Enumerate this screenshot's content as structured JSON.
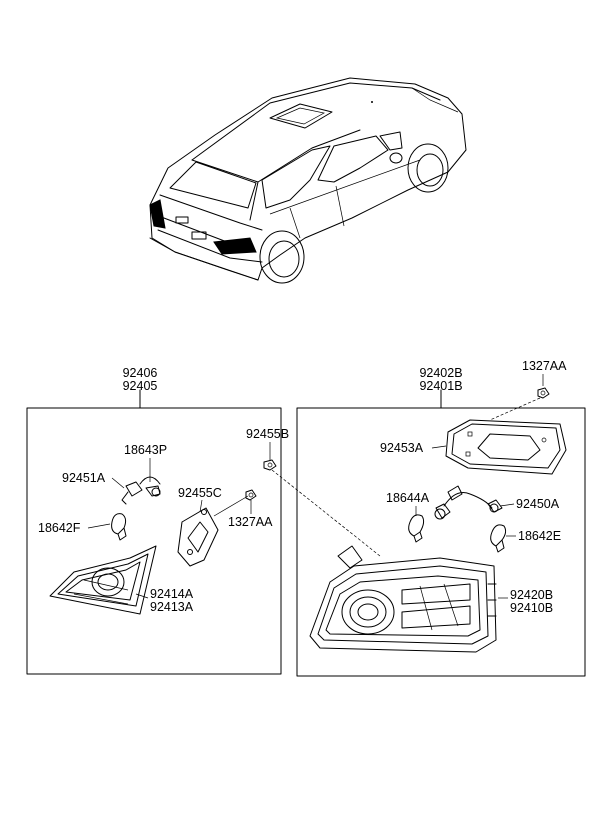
{
  "labels": {
    "left_assembly_1": "92406",
    "left_assembly_2": "92405",
    "right_assembly_1": "92402B",
    "right_assembly_2": "92401B",
    "nut_top_right": "1327AA",
    "socket_gasket_right": "92453A",
    "bulb_holder_left": "18643P",
    "socket_wiring_left": "92451A",
    "bulb_left": "18642F",
    "gasket_left": "92455C",
    "lamp_inner_1": "92414A",
    "lamp_inner_2": "92413A",
    "grommet_center": "92455B",
    "nut_center": "1327AA",
    "bulb_holder_right": "18644A",
    "socket_wiring_right": "92450A",
    "bulb_right": "18642E",
    "lamp_outer_1": "92420B",
    "lamp_outer_2": "92410B"
  },
  "icons": {
    "car": "sedan-rear-view-icon",
    "nut": "hex-nut-icon",
    "bulb": "bulb-icon",
    "socket": "bulb-socket-wiring-icon",
    "gasket": "gasket-icon"
  }
}
